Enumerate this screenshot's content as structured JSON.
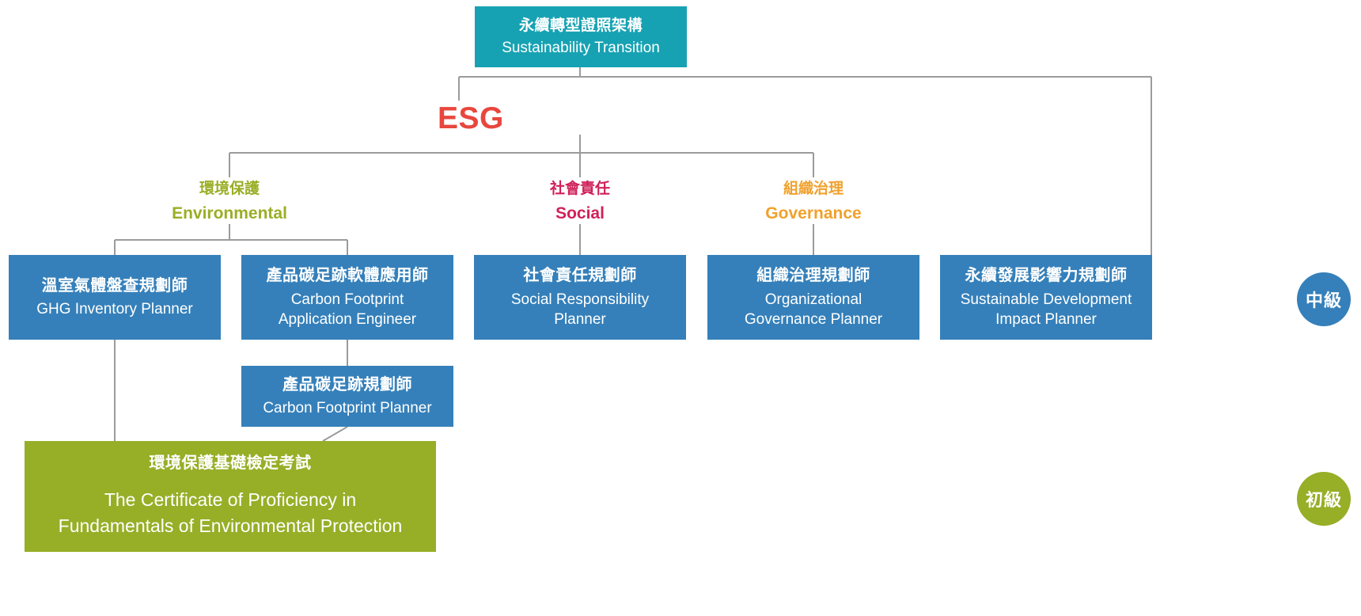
{
  "diagram": {
    "title_zh": "永續轉型證照架構",
    "title_en": "Sustainability Transition",
    "framework_label": "ESG"
  },
  "pillars": [
    {
      "zh": "環境保護",
      "en": "Environmental",
      "color": "#9aae26"
    },
    {
      "zh": "社會責任",
      "en": "Social",
      "color": "#d0215a"
    },
    {
      "zh": "組織治理",
      "en": "Governance",
      "color": "#f0a12c"
    }
  ],
  "certifications": [
    {
      "zh": "溫室氣體盤查規劃師",
      "en": "GHG Inventory Planner",
      "level": "中級",
      "color": "#3580ba"
    },
    {
      "zh": "產品碳足跡軟體應用師",
      "en": "Carbon Footprint\nApplication Engineer",
      "en_line1": "Carbon Footprint",
      "en_line2": "Application Engineer",
      "level": "中級",
      "color": "#3580ba"
    },
    {
      "zh": "社會責任規劃師",
      "en": "Social Responsibility\nPlanner",
      "en_line1": "Social Responsibility",
      "en_line2": "Planner",
      "level": "中級",
      "color": "#3580ba"
    },
    {
      "zh": "組織治理規劃師",
      "en": "Organizational\nGovernance Planner",
      "en_line1": "Organizational",
      "en_line2": "Governance Planner",
      "level": "中級",
      "color": "#3580ba"
    },
    {
      "zh": "永續發展影響力規劃師",
      "en": "Sustainable Development\nImpact Planner",
      "en_line1": "Sustainable Development",
      "en_line2": "Impact Planner",
      "level": "中級",
      "color": "#3580ba"
    },
    {
      "zh": "產品碳足跡規劃師",
      "en": "Carbon Footprint Planner",
      "level": "中級",
      "color": "#3580ba"
    }
  ],
  "exam": {
    "zh": "環境保護基礎檢定考試",
    "en_line1": "The Certificate of Proficiency in",
    "en_line2": "Fundamentals of Environmental Protection",
    "level": "初級",
    "color": "#97ae27"
  },
  "levels": [
    {
      "label": "中級",
      "color": "#3580ba"
    },
    {
      "label": "初級",
      "color": "#97ae27"
    }
  ],
  "colors": {
    "root": "#17a2b3",
    "node_blue": "#3580ba",
    "node_green": "#97ae27",
    "esg_red": "#e8473e",
    "connector": "#9b9b9b",
    "background": "#ffffff"
  }
}
